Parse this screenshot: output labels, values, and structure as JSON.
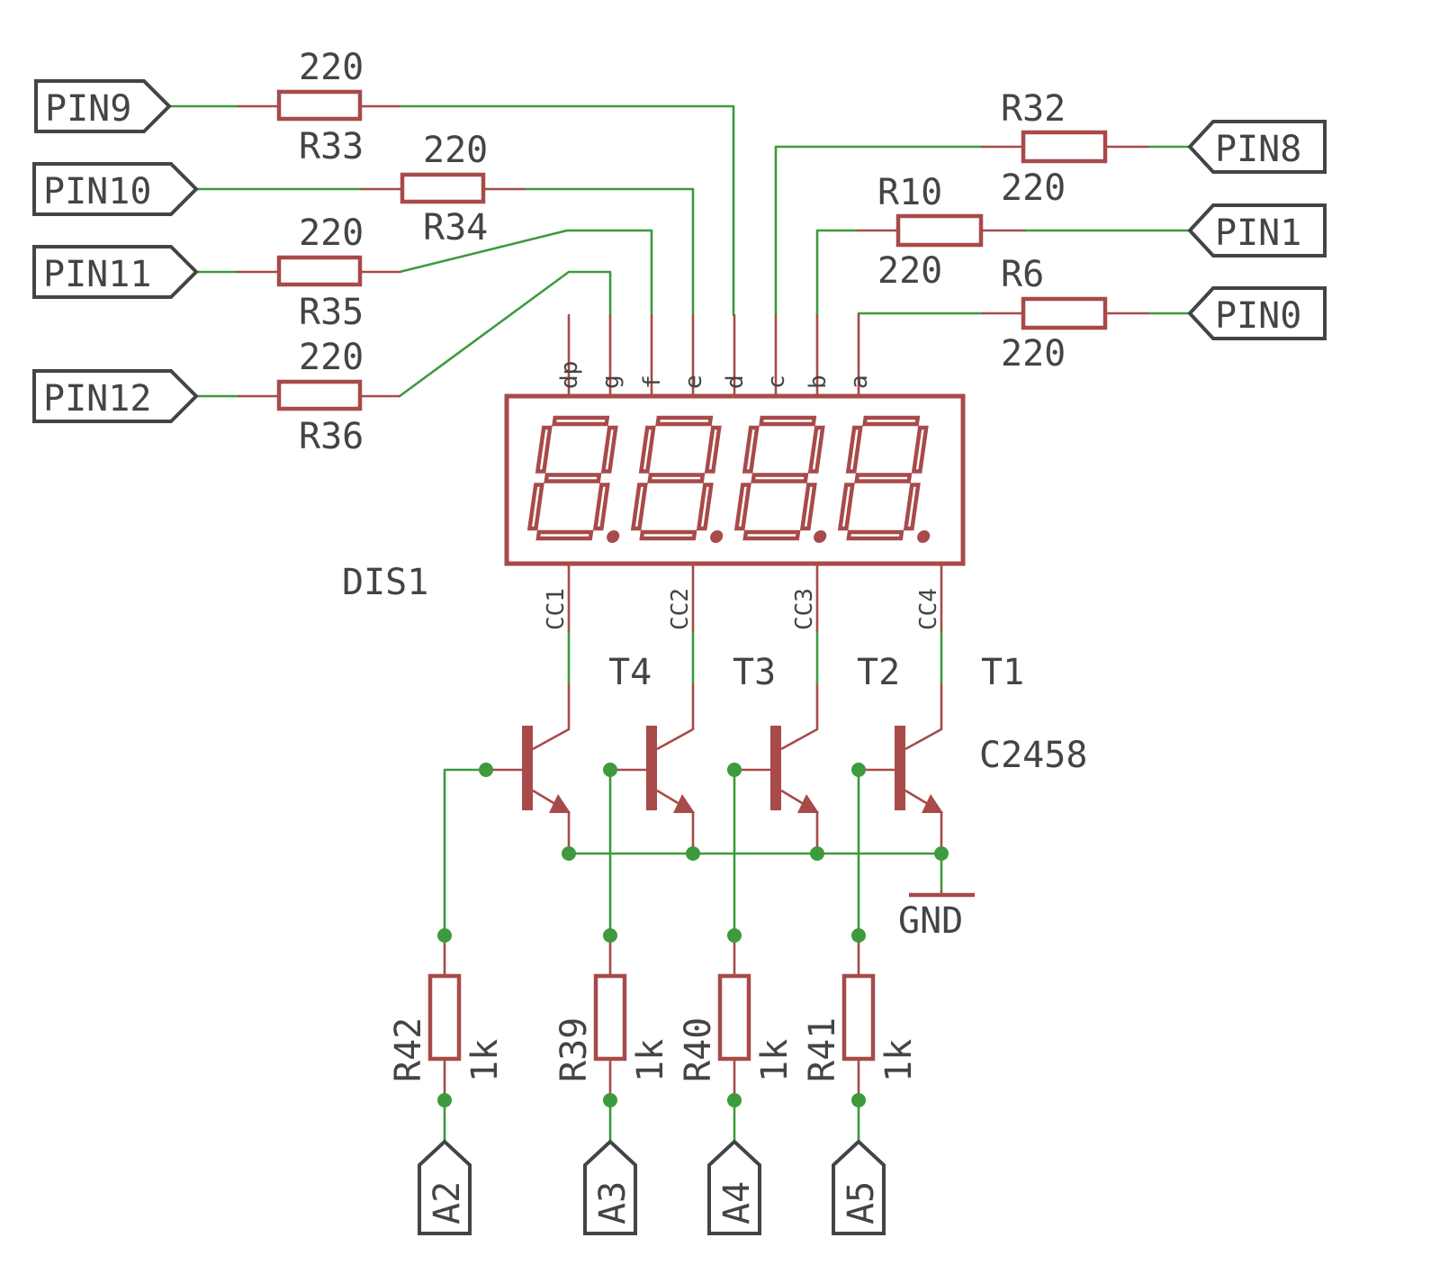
{
  "ports": {
    "pin9": "PIN9",
    "pin10": "PIN10",
    "pin11": "PIN11",
    "pin12": "PIN12",
    "pin8": "PIN8",
    "pin1": "PIN1",
    "pin0": "PIN0",
    "a2": "A2",
    "a3": "A3",
    "a4": "A4",
    "a5": "A5"
  },
  "resistors": {
    "r33": {
      "name": "R33",
      "value": "220"
    },
    "r34": {
      "name": "R34",
      "value": "220"
    },
    "r35": {
      "name": "R35",
      "value": "220"
    },
    "r36": {
      "name": "R36",
      "value": "220"
    },
    "r32": {
      "name": "R32",
      "value": "220"
    },
    "r10": {
      "name": "R10",
      "value": "220"
    },
    "r6": {
      "name": "R6",
      "value": "220"
    },
    "r42": {
      "name": "R42",
      "value": "1k"
    },
    "r39": {
      "name": "R39",
      "value": "1k"
    },
    "r40": {
      "name": "R40",
      "value": "1k"
    },
    "r41": {
      "name": "R41",
      "value": "1k"
    }
  },
  "display": {
    "name": "DIS1",
    "segment_pins": [
      "dp",
      "g",
      "f",
      "e",
      "d",
      "c",
      "b",
      "a"
    ],
    "common_pins": [
      "CC1",
      "CC2",
      "CC3",
      "CC4"
    ]
  },
  "transistors": {
    "labels": [
      "T4",
      "T3",
      "T2",
      "T1"
    ],
    "part": "C2458"
  },
  "ground": "GND",
  "colors": {
    "wire": "#3d9a3d",
    "component": "#a84a4a",
    "text": "#444444"
  }
}
